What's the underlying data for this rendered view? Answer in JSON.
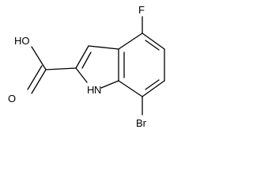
{
  "molecule": {
    "atoms": {
      "fluorine": "F",
      "hydroxyl": "HO",
      "carbonyl_oxygen": "O",
      "nitrogen_h": "H",
      "nitrogen": "N",
      "bromine": "Br"
    },
    "colors": {
      "bond": "#000000",
      "label": "#000000",
      "background": "#ffffff"
    }
  }
}
